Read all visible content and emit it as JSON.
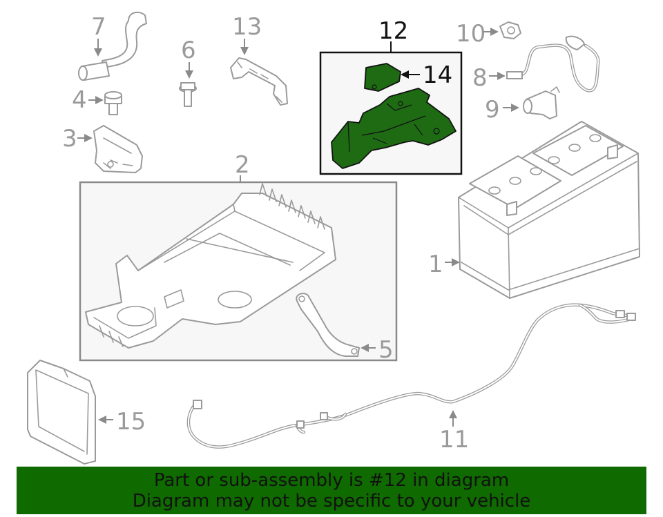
{
  "callouts": [
    {
      "id": "1",
      "text": "1"
    },
    {
      "id": "2",
      "text": "2"
    },
    {
      "id": "3",
      "text": "3"
    },
    {
      "id": "4",
      "text": "4"
    },
    {
      "id": "5",
      "text": "5"
    },
    {
      "id": "6",
      "text": "6"
    },
    {
      "id": "7",
      "text": "7"
    },
    {
      "id": "8",
      "text": "8"
    },
    {
      "id": "9",
      "text": "9"
    },
    {
      "id": "10",
      "text": "10"
    },
    {
      "id": "11",
      "text": "11"
    },
    {
      "id": "12",
      "text": "12"
    },
    {
      "id": "13",
      "text": "13"
    },
    {
      "id": "14",
      "text": "14"
    },
    {
      "id": "15",
      "text": "15"
    }
  ],
  "highlighted_part": "12",
  "colors": {
    "highlight_fill": "#1e6b14",
    "footer_background": "#0f6a00",
    "part_line": "#9a9a9a"
  },
  "footer": {
    "line1": "Part or sub-assembly is #12 in diagram",
    "line2": "Diagram may not be specific to your vehicle"
  }
}
